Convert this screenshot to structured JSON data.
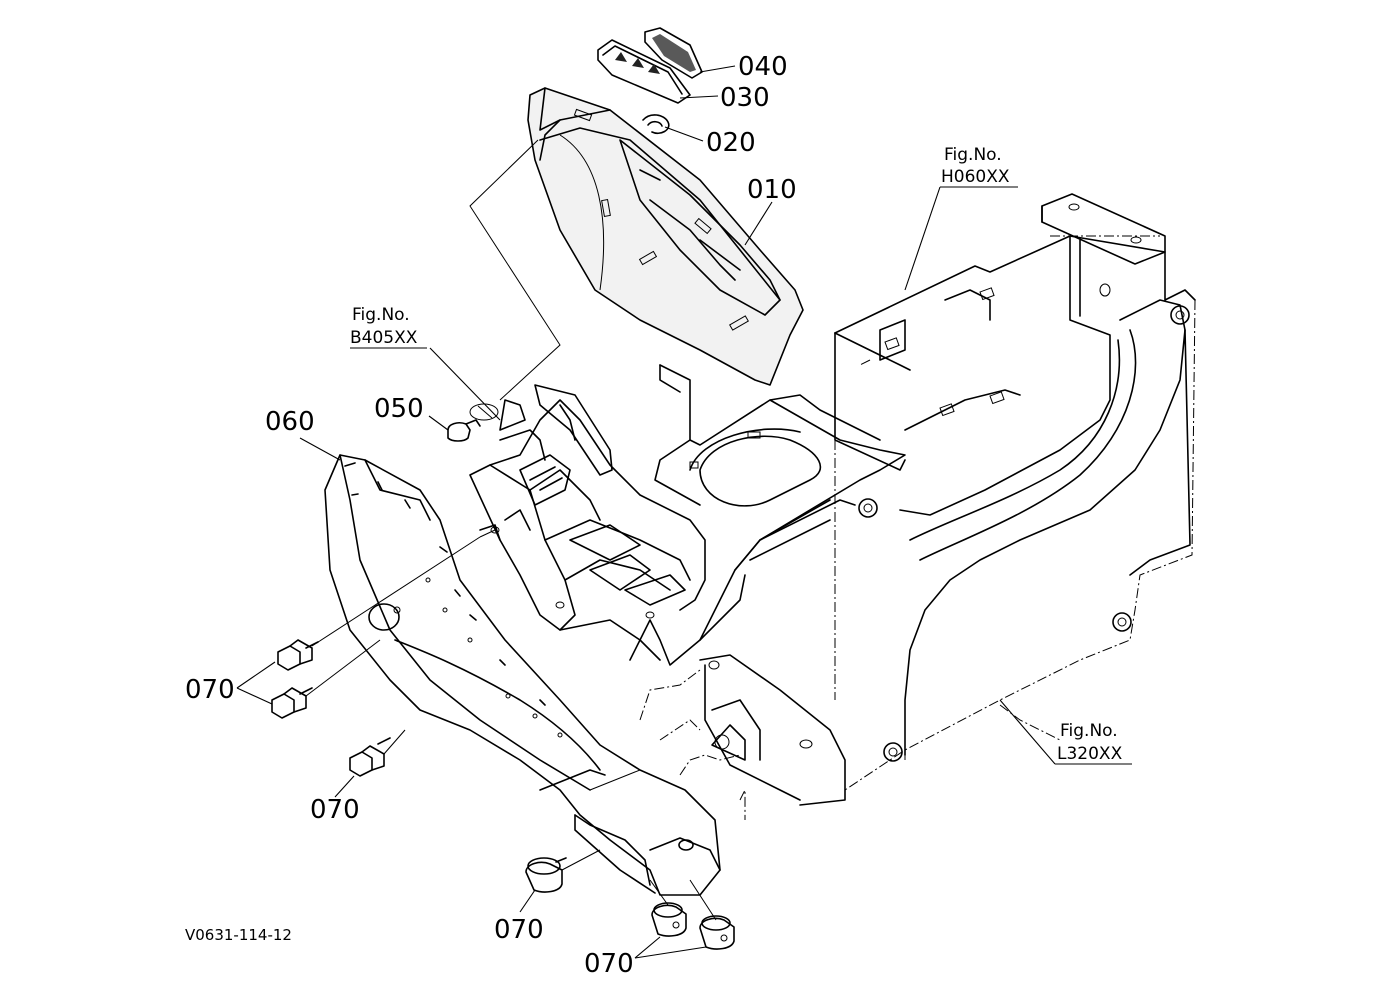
{
  "labels": {
    "p010": "010",
    "p020": "020",
    "p030": "030",
    "p040": "040",
    "p050": "050",
    "p060": "060",
    "p070a": "070",
    "p070b": "070",
    "p070c": "070",
    "p070d": "070"
  },
  "references": {
    "h060": {
      "title": "Fig.No.",
      "code": "H060XX"
    },
    "b405": {
      "title": "Fig.No.",
      "code": "B405XX"
    },
    "l320": {
      "title": "Fig.No.",
      "code": "L320XX"
    }
  },
  "drawing_code": "V0631-114-12"
}
